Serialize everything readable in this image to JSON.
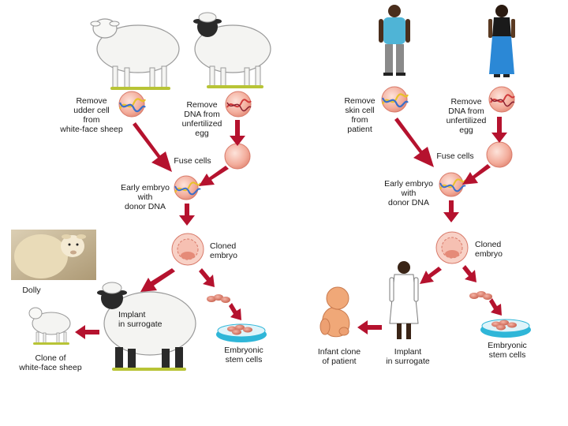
{
  "colors": {
    "arrow": "#b5122e",
    "cell_fill": "#f4b2a4",
    "cell_stroke": "#d87a6a",
    "dna_a": "#e8c12a",
    "dna_b": "#3a6fc9",
    "dna_c": "#d03a3a",
    "sheep_body": "#f2f2f0",
    "sheep_outline": "#9a9a9a",
    "grass": "#b8c436",
    "dish": "#2fb6d8"
  },
  "reproductive_cloning": {
    "remove_udder_cell": "Remove\nudder cell\nfrom\nwhite-face sheep",
    "remove_dna": "Remove\nDNA from\nunfertilized\negg",
    "fuse_cells": "Fuse cells",
    "early_embryo": "Early embryo\nwith\ndonor DNA",
    "cloned_embryo": "Cloned\nembryo",
    "dolly": "Dolly",
    "implant": "Implant\nin surrogate",
    "clone_of": "Clone of\nwhite-face sheep",
    "stem_cells": "Embryonic\nstem cells"
  },
  "therapeutic_cloning": {
    "remove_skin_cell": "Remove\nskin cell\nfrom\npatient",
    "remove_dna": "Remove\nDNA from\nunfertilized\negg",
    "fuse_cells": "Fuse cells",
    "early_embryo": "Early embryo\nwith\ndonor DNA",
    "cloned_embryo": "Cloned\nembryo",
    "infant_clone": "Infant clone\nof patient",
    "implant": "Implant\nin surrogate",
    "stem_cells": "Embryonic\nstem cells"
  }
}
